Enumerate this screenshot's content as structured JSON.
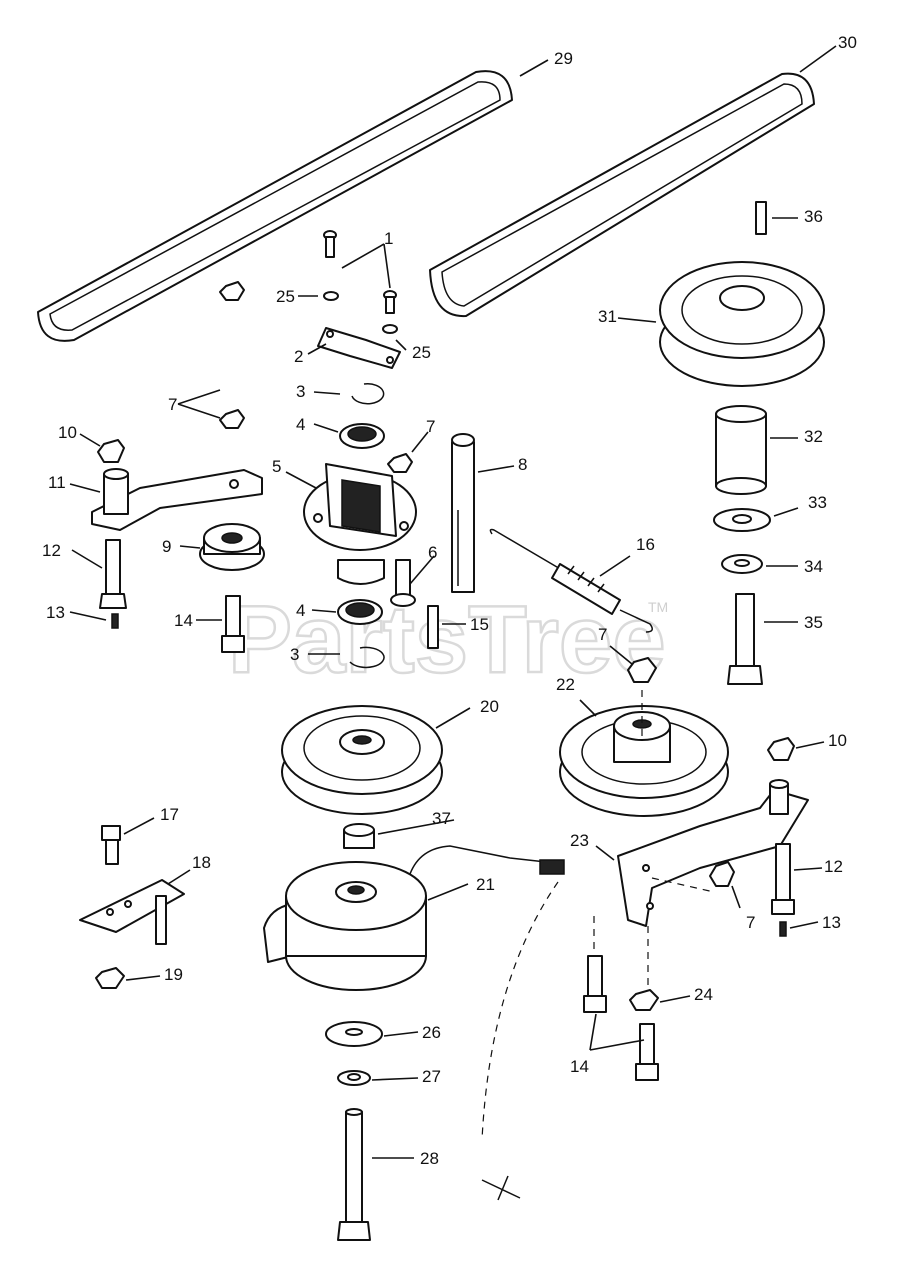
{
  "watermark": {
    "text": "PartsTree",
    "mark": "TM"
  },
  "callouts": {
    "c1": "1",
    "c2": "2",
    "c3a": "3",
    "c3b": "3",
    "c4a": "4",
    "c4b": "4",
    "c5": "5",
    "c6": "6",
    "c7a": "7",
    "c7b": "7",
    "c7c": "7",
    "c7d": "7",
    "c8": "8",
    "c9": "9",
    "c10a": "10",
    "c10b": "10",
    "c11": "11",
    "c12a": "12",
    "c12b": "12",
    "c13a": "13",
    "c13b": "13",
    "c14a": "14",
    "c14b": "14",
    "c15": "15",
    "c16": "16",
    "c17": "17",
    "c18": "18",
    "c19": "19",
    "c20": "20",
    "c21": "21",
    "c22": "22",
    "c23": "23",
    "c24": "24",
    "c25a": "25",
    "c25b": "25",
    "c26": "26",
    "c27": "27",
    "c28": "28",
    "c29": "29",
    "c30": "30",
    "c31": "31",
    "c32": "32",
    "c33": "33",
    "c34": "34",
    "c35": "35",
    "c36": "36",
    "c37": "37"
  }
}
